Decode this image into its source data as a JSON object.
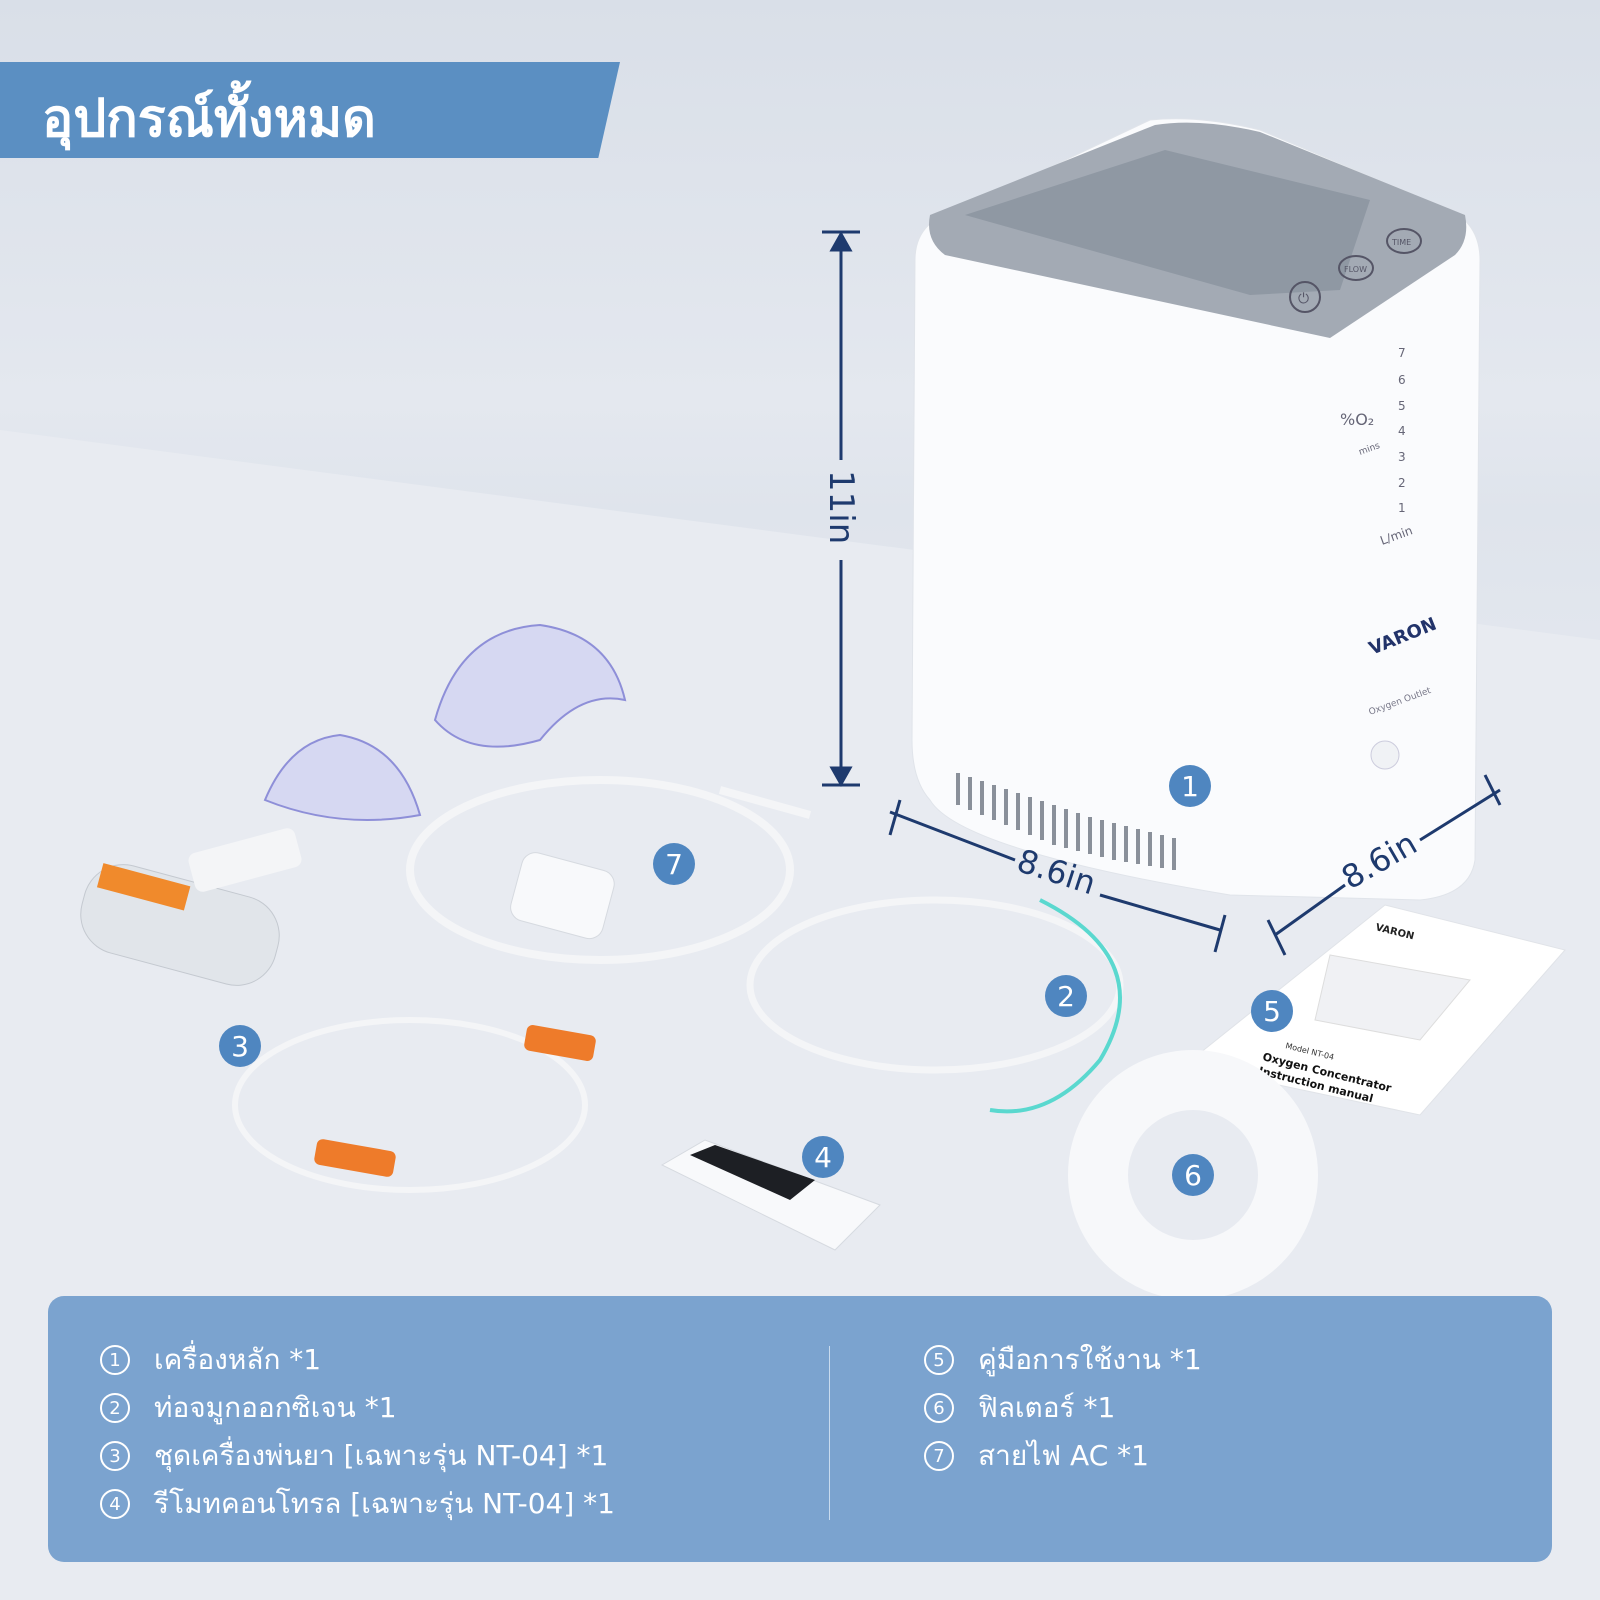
{
  "title": "อุปกรณ์ทั้งหมด",
  "dimensions": {
    "height": "11in",
    "width": "8.6in",
    "depth": "8.6in"
  },
  "device": {
    "buttons": [
      "TIME",
      "FLOW"
    ],
    "o2_label": "%O₂",
    "mins_label": "mins",
    "scale": [
      "7",
      "6",
      "5",
      "4",
      "3",
      "2",
      "1"
    ],
    "unit": "L/min",
    "brand": "VARON",
    "outlet_label": "Oxygen Outlet"
  },
  "manual": {
    "brand": "VARON",
    "model": "Model NT-04",
    "title1": "Oxygen Concentrator",
    "title2": "Instruction manual"
  },
  "markers": [
    "1",
    "2",
    "3",
    "4",
    "5",
    "6",
    "7"
  ],
  "items_left": [
    {
      "num": "1",
      "label": "เครื่องหลัก *1"
    },
    {
      "num": "2",
      "label": "ท่อจมูกออกซิเจน *1"
    },
    {
      "num": "3",
      "label": "ชุดเครื่องพ่นยา [เฉพาะรุ่น NT-04] *1"
    },
    {
      "num": "4",
      "label": "รีโมทคอนโทรล [เฉพาะรุ่น NT-04] *1"
    }
  ],
  "items_right": [
    {
      "num": "5",
      "label": "คู่มือการใช้งาน *1"
    },
    {
      "num": "6",
      "label": "ฟิลเตอร์ *1"
    },
    {
      "num": "7",
      "label": "สายไฟ AC *1"
    }
  ],
  "colors": {
    "accent": "#5b8fc2",
    "panel": "#7ba3cf",
    "dimension": "#1e3a6e"
  }
}
